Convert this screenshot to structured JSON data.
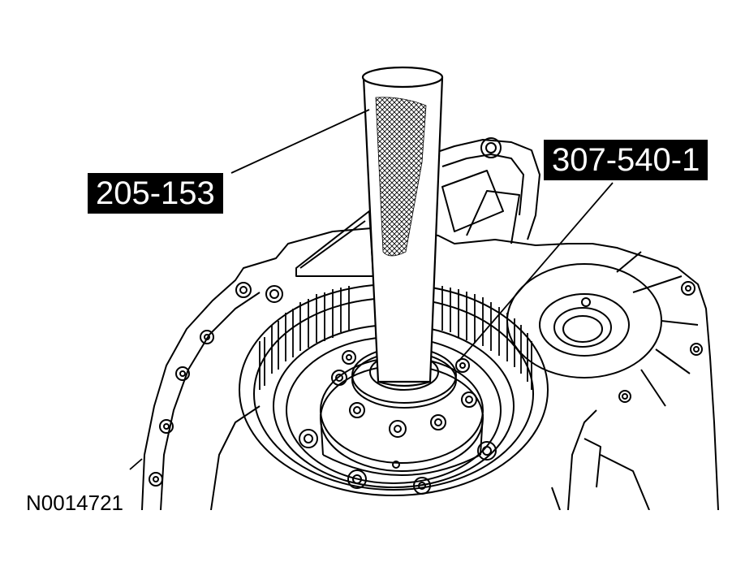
{
  "callouts": {
    "tool_a": "205-153",
    "tool_b": "307-540-1"
  },
  "figure_id": "N0014721",
  "colors": {
    "ink": "#000000",
    "paper": "#ffffff",
    "label_bg": "#000000",
    "label_text": "#ffffff"
  }
}
